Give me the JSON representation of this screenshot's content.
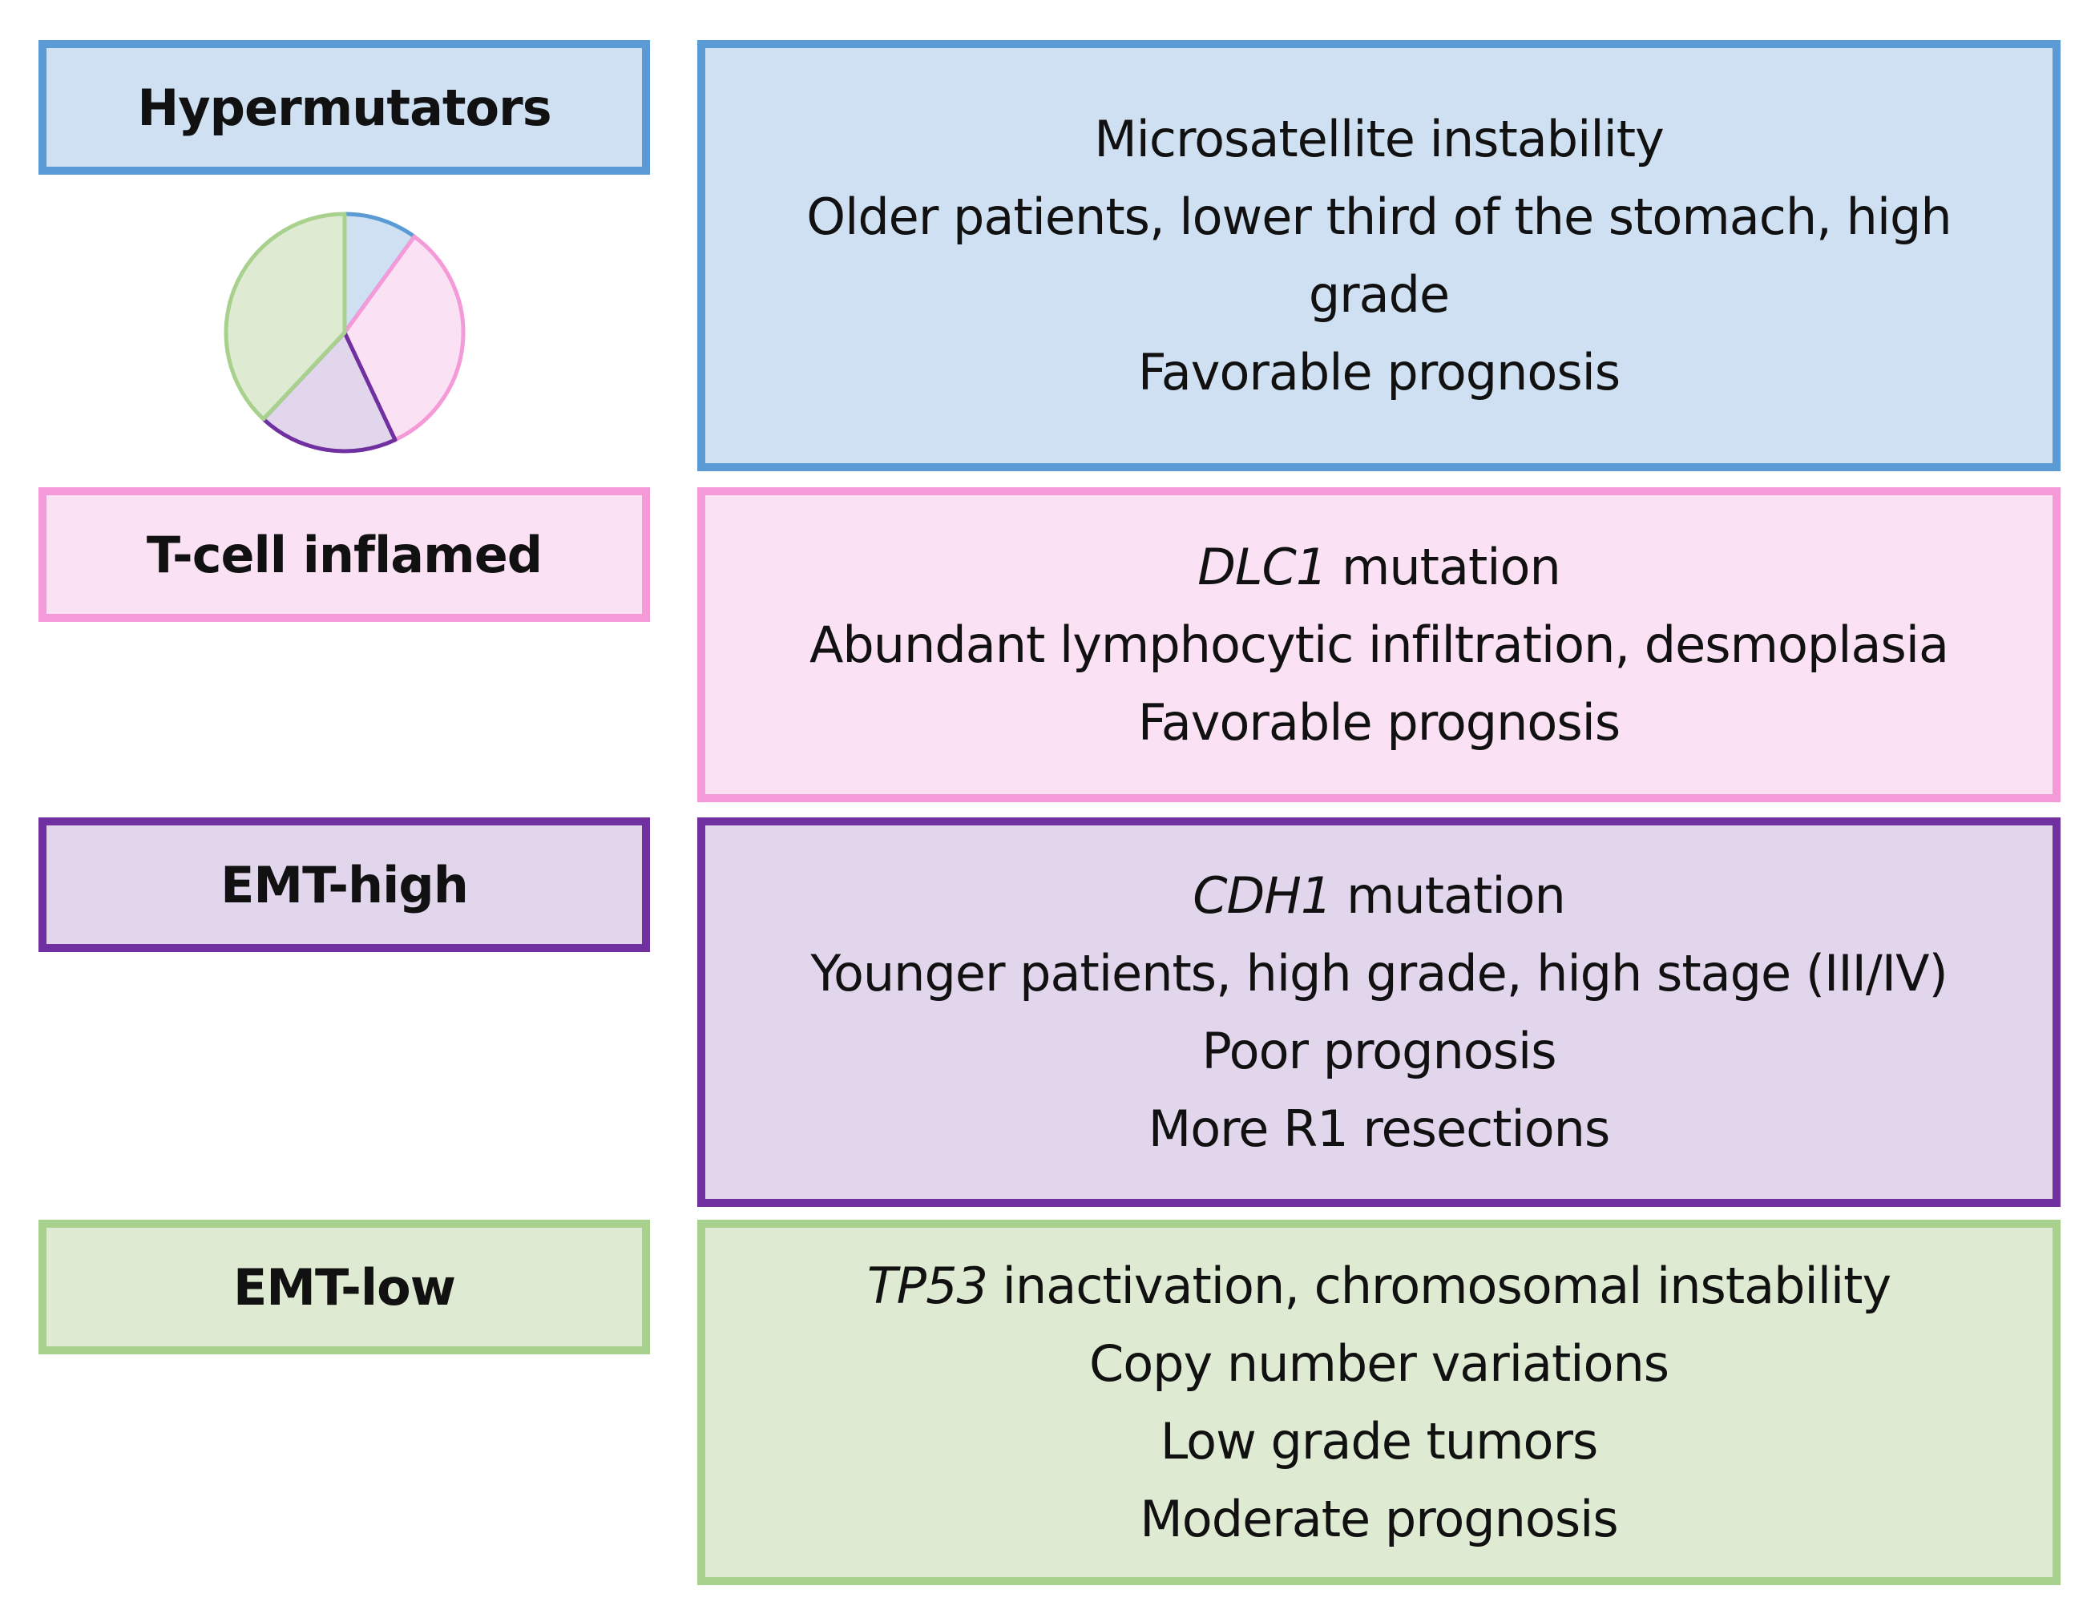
{
  "colors": {
    "hypermutators": {
      "fill": "#cfe0f2",
      "stroke": "#5b9bd5"
    },
    "tcell_inflamed": {
      "fill": "#fbe1f4",
      "stroke": "#f49ad9"
    },
    "emt_high": {
      "fill": "#e2d6ec",
      "stroke": "#7030a0"
    },
    "emt_low": {
      "fill": "#deebd2",
      "stroke": "#a9d18e"
    }
  },
  "pie": {
    "slices": [
      {
        "key": "hypermutators",
        "fraction": 0.1
      },
      {
        "key": "tcell_inflamed",
        "fraction": 0.33
      },
      {
        "key": "emt_high",
        "fraction": 0.19
      },
      {
        "key": "emt_low",
        "fraction": 0.38
      }
    ]
  },
  "groups": {
    "hypermutators": {
      "label": "Hypermutators",
      "line1": "Microsatellite instability",
      "line2": "Older patients, lower third of the stomach, high",
      "line3": "grade",
      "line4": "Favorable prognosis"
    },
    "tcell_inflamed": {
      "label": "T-cell inflamed",
      "gene": "DLC1",
      "line1_rest": " mutation",
      "line2": "Abundant lymphocytic infiltration, desmoplasia",
      "line3": "Favorable prognosis"
    },
    "emt_high": {
      "label": "EMT-high",
      "gene": "CDH1",
      "line1_rest": " mutation",
      "line2": "Younger patients, high grade, high stage (III/IV)",
      "line3": "Poor prognosis",
      "line4": "More R1 resections"
    },
    "emt_low": {
      "label": "EMT-low",
      "gene": "TP53",
      "line1_rest": " inactivation, chromosomal instability",
      "line2": "Copy number variations",
      "line3": "Low grade tumors",
      "line4": "Moderate prognosis"
    }
  }
}
